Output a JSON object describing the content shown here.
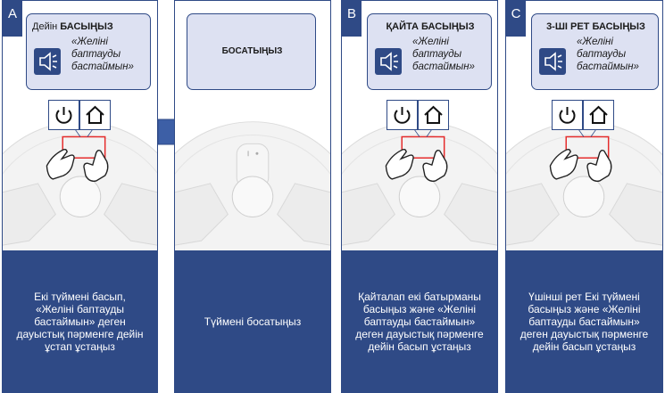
{
  "panels": [
    {
      "letter": "A",
      "title_normal": "Дейін ",
      "title_bold": "БАСЫҢЫЗ",
      "quote": "«Желіні баптауды бастаймын»",
      "description": "Екі түймені басып, «Желіні баптауды бастаймын» деген дауыстық пәрменге дейін ұстап ұстаңыз"
    },
    {
      "title": "БОСАТЫҢЫЗ",
      "description": "Түймені босатыңыз"
    },
    {
      "letter": "B",
      "title": "ҚАЙТА БАСЫҢЫЗ",
      "quote": "«Желіні баптауды бастаймын»",
      "description": "Қайталап екі батырманы басыңыз және «Желіні баптауды бастаймын» деген дауыстық пәрменге дейін басып ұстаңыз"
    },
    {
      "letter": "C",
      "title": "3-ШІ РЕТ БАСЫҢЫЗ",
      "quote": "«Желіні баптауды бастаймын»",
      "description": "Үшінші рет Екі түймені басыңыз және «Желіні баптауды бастаймын» деген дауыстық пәрменге дейін басып ұстаңыз"
    }
  ],
  "colors": {
    "primary": "#2f4a86",
    "card_bg": "#dde1f2",
    "highlight": "#e52b2b"
  },
  "icons": [
    "speaker-icon",
    "power-icon",
    "home-icon",
    "hand-icon",
    "arrow-right-icon"
  ]
}
